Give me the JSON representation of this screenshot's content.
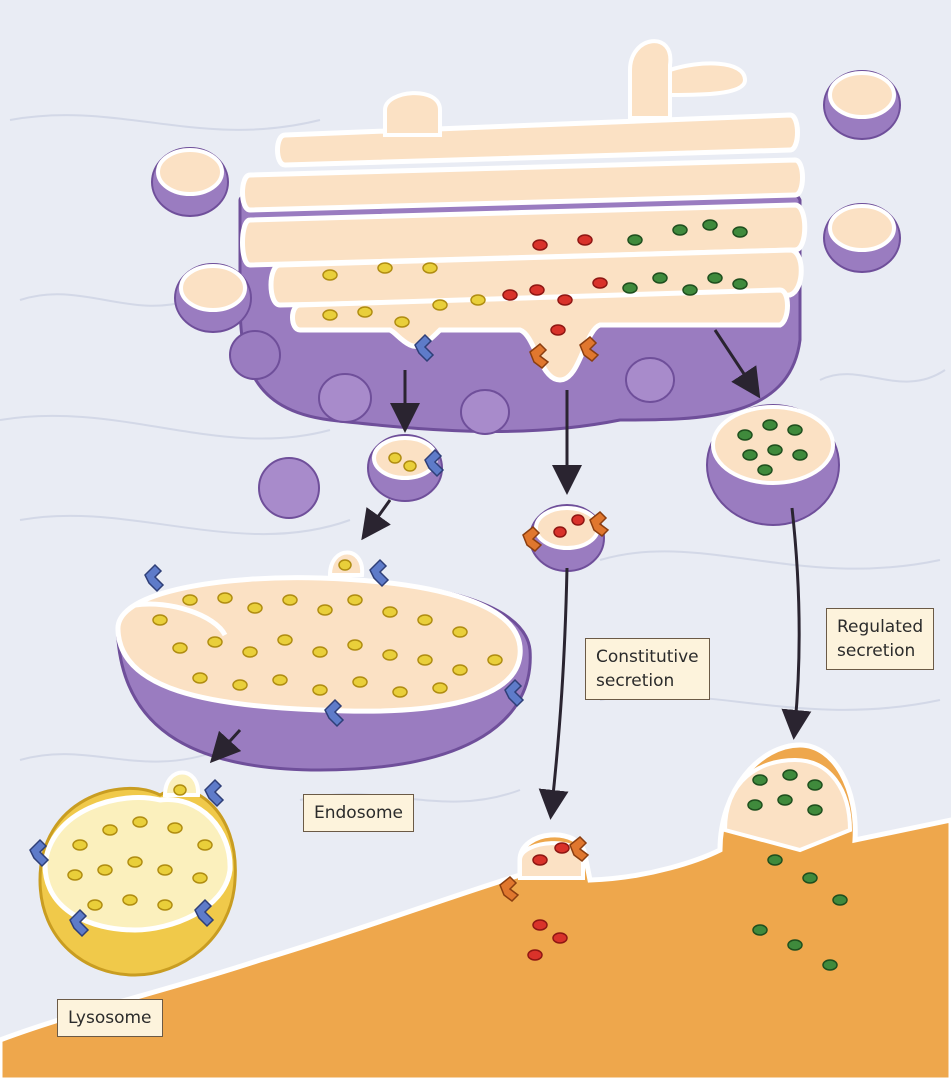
{
  "labels": {
    "constitutive_line1": "Constitutive",
    "constitutive_line2": "secretion",
    "regulated_line1": "Regulated",
    "regulated_line2": "secretion",
    "endosome": "Endosome",
    "lysosome": "Lysosome"
  },
  "colors": {
    "background": "#e9ecf4",
    "membrane_purple": "#9a7cc0",
    "membrane_dark": "#6f4f9a",
    "lumen": "#f8d4ad",
    "cytoplasm": "#eea74c",
    "lysosomal_cargo": "#e9cf3a",
    "constitutive_cargo": "#d9322a",
    "regulated_cargo": "#3f8a3c",
    "receptor": "#5e7bc9",
    "constitutive_receptor": "#e0772e",
    "label_fill": "#fdf3dc"
  }
}
